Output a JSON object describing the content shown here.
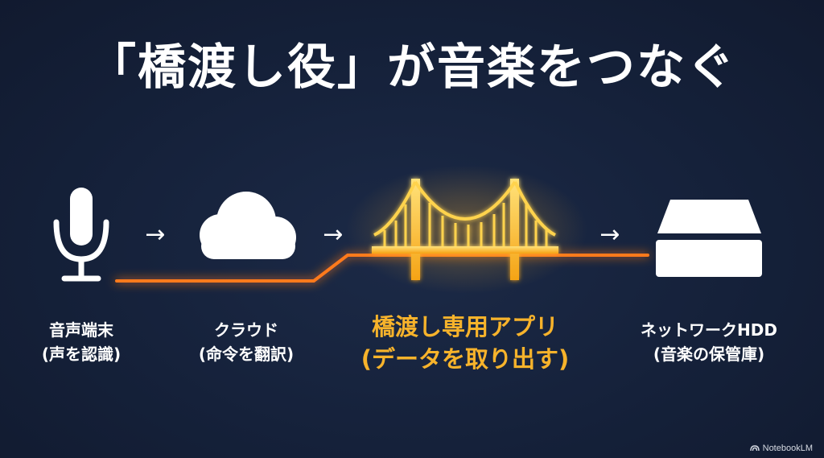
{
  "title": "「橋渡し役」が音楽をつなぐ",
  "steps": [
    {
      "icon": "microphone-icon",
      "line1": "音声端末",
      "line2": "(声を認識)"
    },
    {
      "icon": "cloud-icon",
      "line1": "クラウド",
      "line2": "(命令を翻訳)"
    },
    {
      "icon": "bridge-icon",
      "line1": "橋渡し専用アプリ",
      "line2": "(データを取り出す)",
      "highlight": true
    },
    {
      "icon": "hdd-icon",
      "line1": "ネットワークHDD",
      "line2": "(音楽の保管庫)"
    }
  ],
  "arrows": [
    "→",
    "→",
    "→"
  ],
  "colors": {
    "background": "#15213a",
    "accent": "#f7b32b",
    "line": "#ff7a1a",
    "text": "#ffffff"
  },
  "brand": "NotebookLM"
}
